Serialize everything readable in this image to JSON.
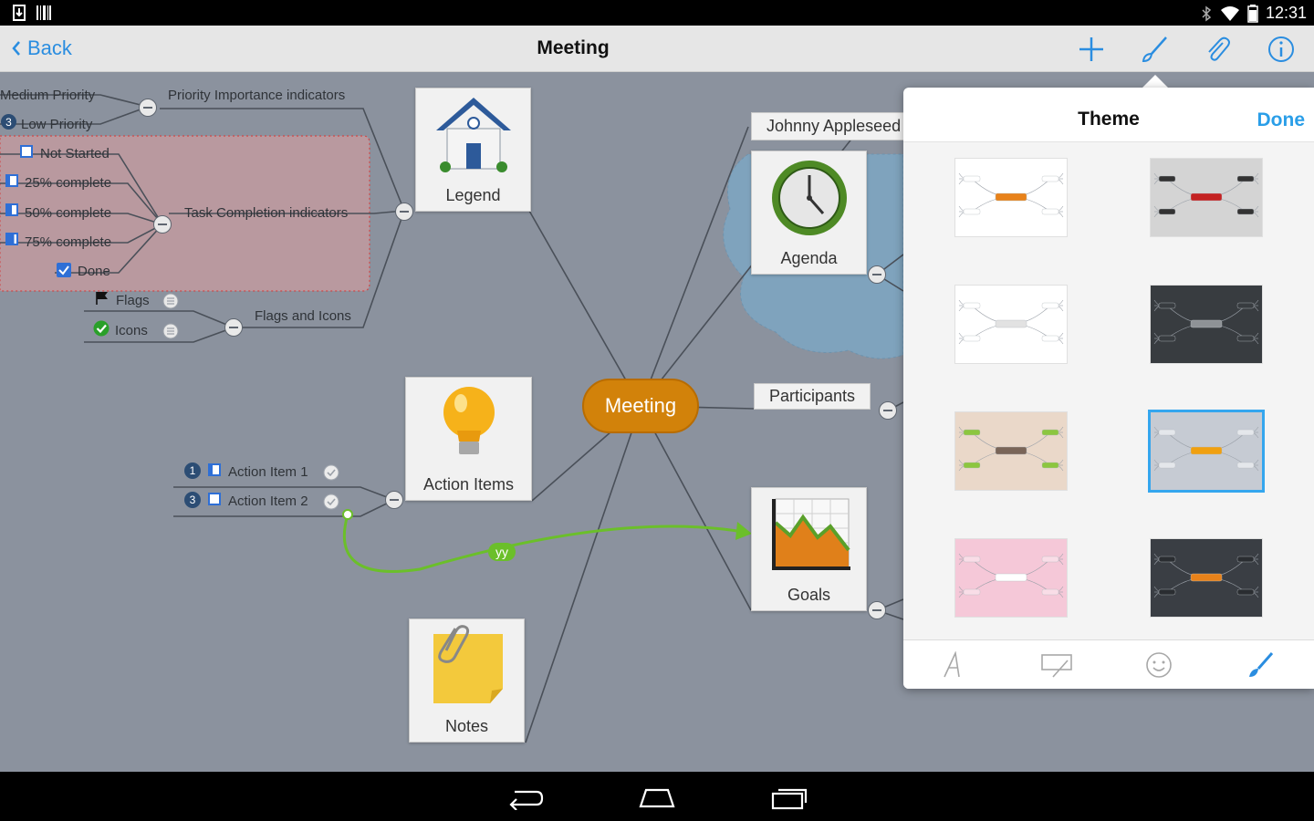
{
  "status_bar": {
    "time": "12:31"
  },
  "app_bar": {
    "back_label": "Back",
    "title": "Meeting"
  },
  "map": {
    "center": "Meeting",
    "nodes": {
      "legend": "Legend",
      "agenda": "Agenda",
      "participants": "Participants",
      "action_items": "Action Items",
      "goals": "Goals",
      "notes": "Notes",
      "johnny": "Johnny Appleseed"
    },
    "legend_branches": {
      "priority": "Priority Importance indicators",
      "medium_priority": "Medium Priority",
      "low_priority": "Low Priority",
      "low_priority_badge": "3",
      "task_completion": "Task Completion indicators",
      "not_started": "Not Started",
      "c25": "25% complete",
      "c50": "50% complete",
      "c75": "75% complete",
      "done": "Done",
      "flags_icons": "Flags and Icons",
      "flags": "Flags",
      "icons": "Icons"
    },
    "action_items": [
      {
        "badge": "1",
        "label": "Action Item 1"
      },
      {
        "badge": "3",
        "label": "Action Item 2"
      }
    ],
    "relationship_label": "yy"
  },
  "theme_popup": {
    "title": "Theme",
    "done_label": "Done",
    "thumbnails": [
      {
        "bg": "#ffffff",
        "center": "#e8821a",
        "branch": "#ffffff"
      },
      {
        "bg": "#d4d4d4",
        "center": "#c42222",
        "branch": "#333333"
      },
      {
        "bg": "#ffffff",
        "center": "#e2e2e2",
        "branch": "#ffffff"
      },
      {
        "bg": "#383c40",
        "center": "#8e9296",
        "branch": "#383c40"
      },
      {
        "bg": "#ead8c9",
        "center": "#7a6558",
        "branch": "#8cc63f"
      },
      {
        "bg": "#c6cbd3",
        "center": "#f0a010",
        "branch": "#e4e7eb"
      },
      {
        "bg": "#f5c8d8",
        "center": "#ffffff",
        "branch": "#f9dde7"
      },
      {
        "bg": "#3a3e44",
        "center": "#e8821a",
        "branch": "#2a2d31"
      }
    ],
    "selected_index": 5
  },
  "colors": {
    "accent": "#2a8de0",
    "center_node": "#d2820a",
    "canvas_bg": "#8b929e",
    "relationship": "#6bbf2a"
  }
}
